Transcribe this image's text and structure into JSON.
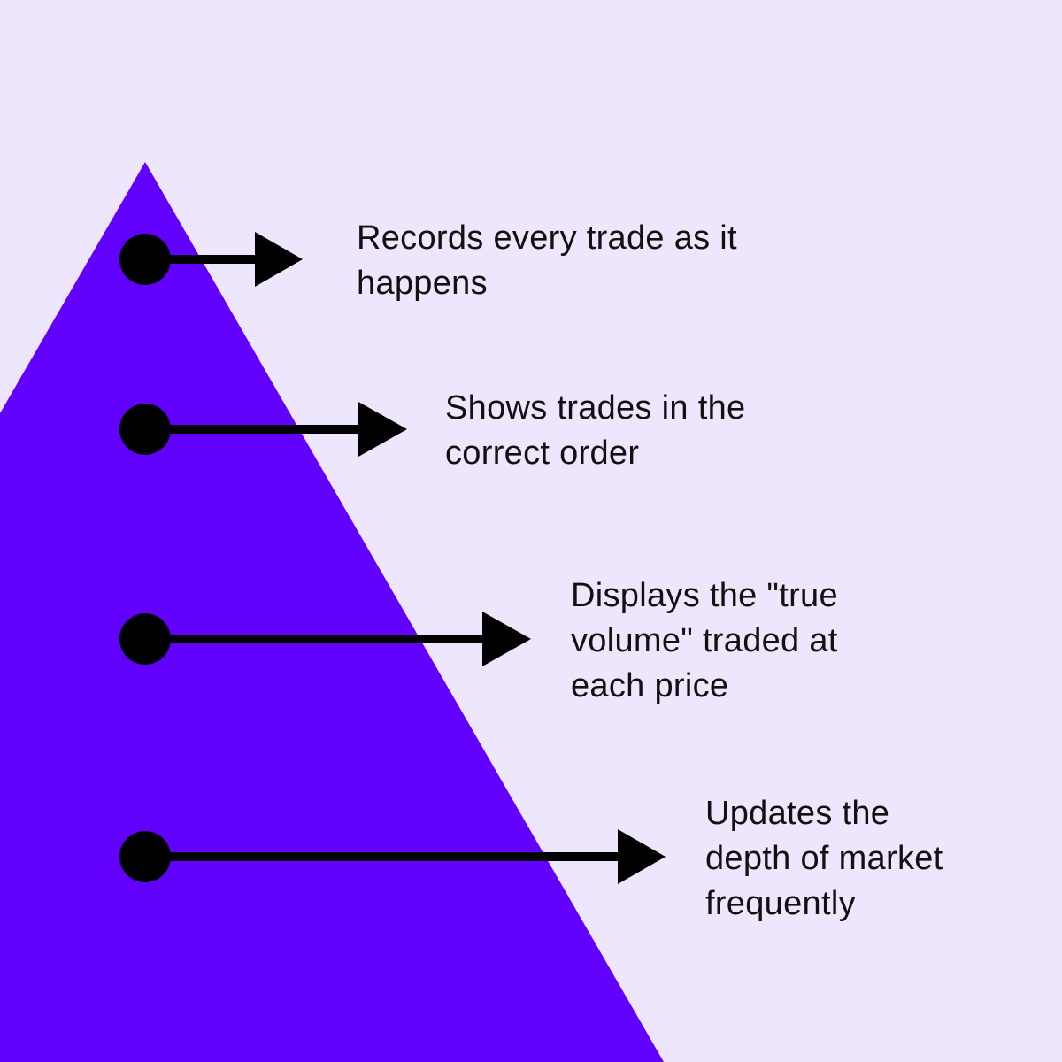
{
  "colors": {
    "background": "#EEE6FC",
    "triangle": "#6200FF",
    "arrow": "#000000",
    "text": "#111111"
  },
  "items": [
    {
      "lines": [
        "Records every trade as it",
        "happens"
      ]
    },
    {
      "lines": [
        "Shows trades in the",
        "correct order"
      ]
    },
    {
      "lines": [
        "Displays the \"true",
        "volume\" traded at",
        "each price"
      ]
    },
    {
      "lines": [
        "Updates the",
        "depth of market",
        "frequently"
      ]
    }
  ]
}
